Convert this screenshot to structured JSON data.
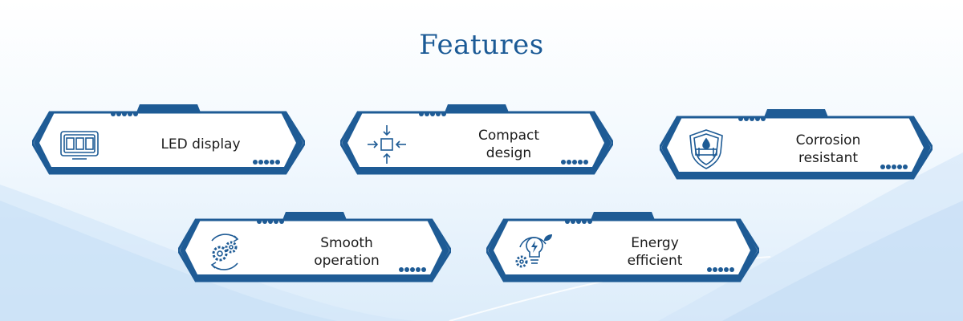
{
  "title": "Features",
  "features": [
    {
      "lines": [
        "LED display"
      ],
      "icon": "led-display-icon"
    },
    {
      "lines": [
        "Compact",
        "design"
      ],
      "icon": "compact-arrows-icon"
    },
    {
      "lines": [
        "Corrosion",
        "resistant"
      ],
      "icon": "shield-pipe-icon"
    },
    {
      "lines": [
        "Smooth",
        "operation"
      ],
      "icon": "gears-cycle-icon"
    },
    {
      "lines": [
        "Energy",
        "efficient"
      ],
      "icon": "bulb-leaf-gear-icon"
    }
  ],
  "colors": {
    "accent": "#1e5b95",
    "title": "#1b5a96",
    "card_fill": "#ffffff"
  }
}
